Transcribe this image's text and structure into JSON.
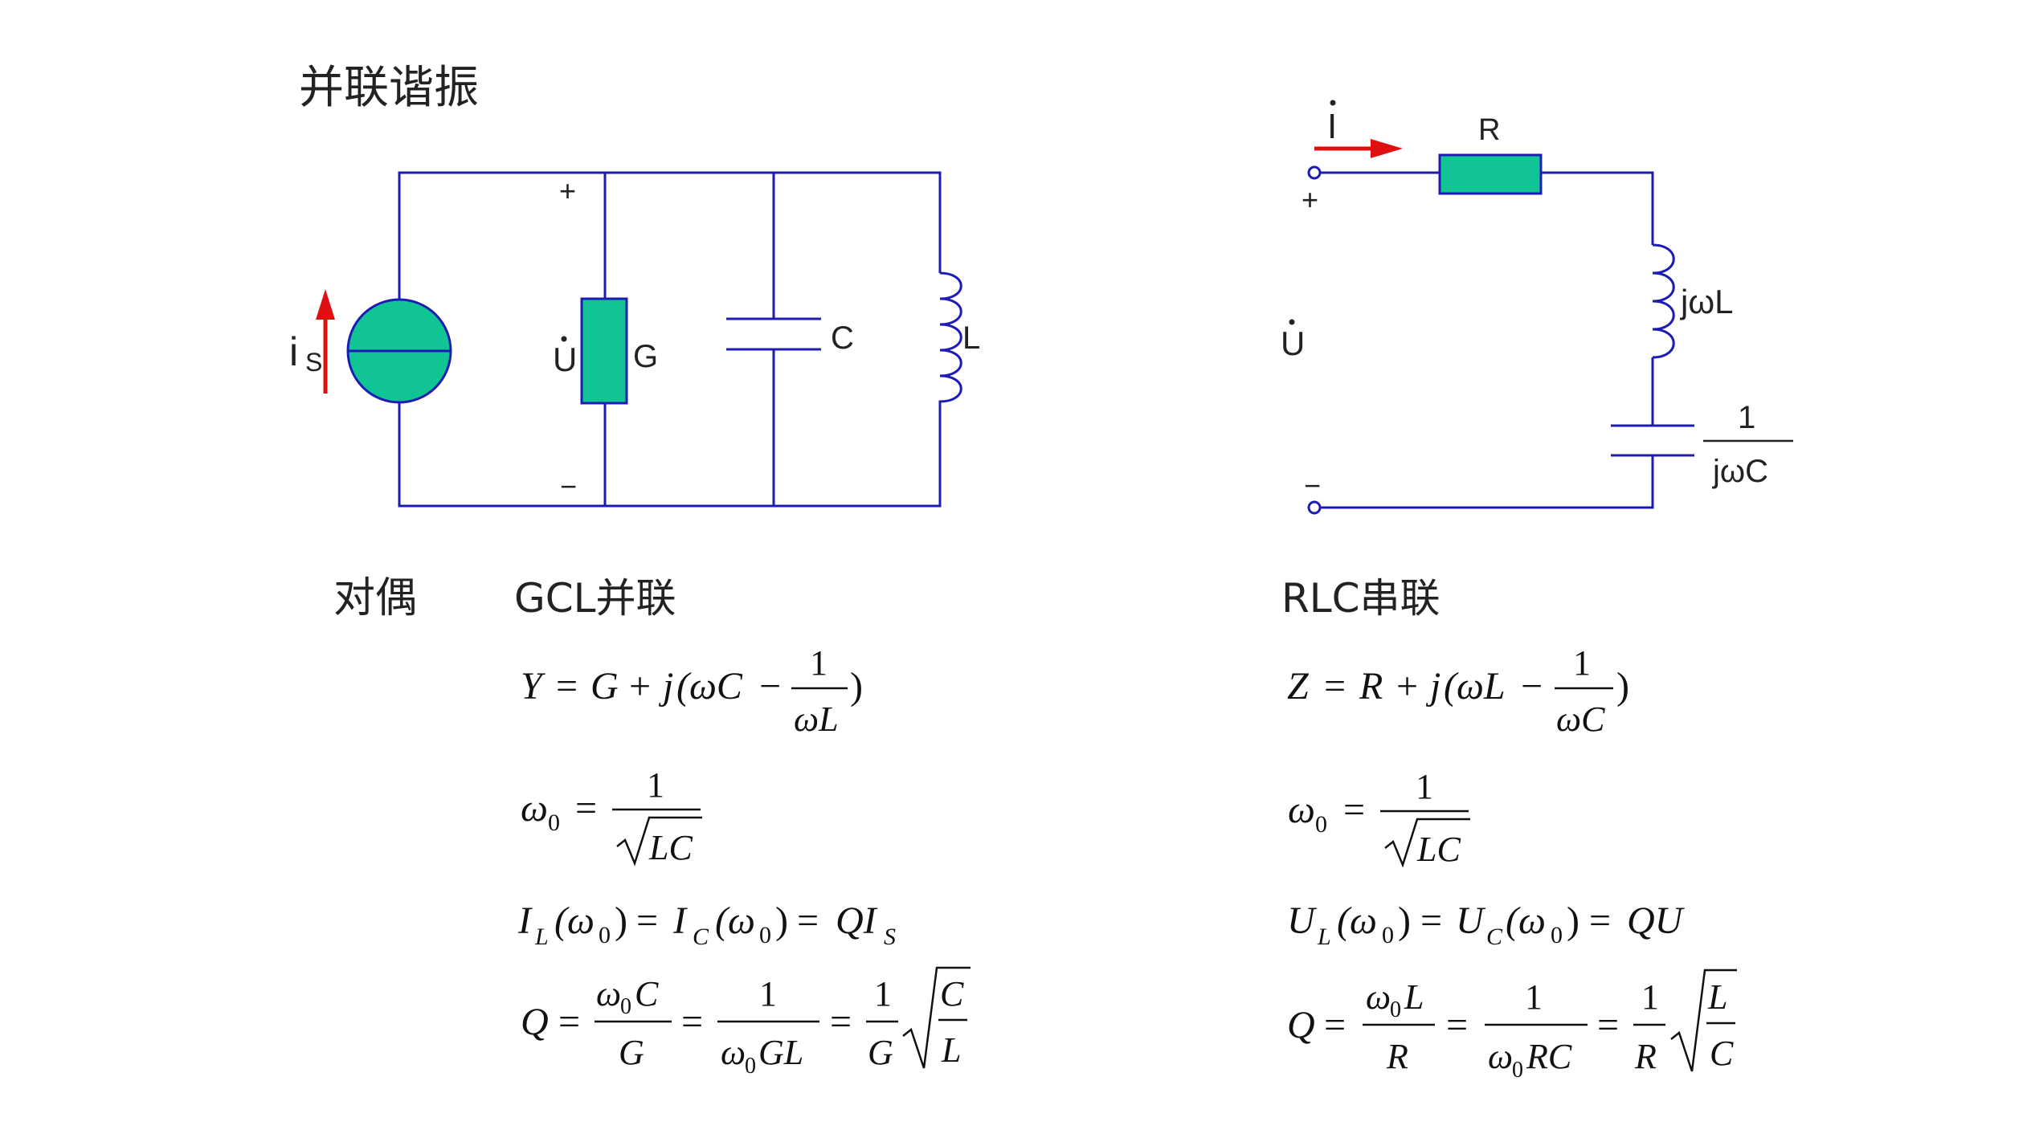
{
  "title": "并联谐振",
  "duality_label": "对偶",
  "left": {
    "heading": "GCL并联",
    "labels": {
      "source": "i",
      "source_sub": "S",
      "voltage": "U",
      "plus": "+",
      "minus": "−",
      "g": "G",
      "c": "C",
      "l": "L"
    },
    "formulas": {
      "admittance": {
        "lhs": "Y",
        "eq": "=",
        "g": "G",
        "plus": "+",
        "j": "j",
        "omega_c": "(ωC",
        "minus": "−",
        "num": "1",
        "den": "ωL",
        "close": ")"
      },
      "resonance": {
        "omega": "ω",
        "sub": "0",
        "eq": "=",
        "num": "1",
        "rad": "LC"
      },
      "currents": {
        "il": "I",
        "il_sub": "L",
        "arg1": "(ω",
        "arg_sub": "0",
        "arg_close": ")",
        "eq": "=",
        "ic": "I",
        "ic_sub": "C",
        "rhs": "QI",
        "rhs_sub": "S"
      },
      "quality": {
        "q": "Q",
        "eq": "=",
        "n1": "ω",
        "n1_sub": "0",
        "n1_rest": "C",
        "d1": "G",
        "n2": "1",
        "d2_a": "ω",
        "d2_sub": "0",
        "d2_rest": "GL",
        "n3": "1",
        "d3": "G",
        "rad_top": "C",
        "rad_bot": "L"
      }
    }
  },
  "right": {
    "heading": "RLC串联",
    "labels": {
      "current": "I",
      "r": "R",
      "plus": "+",
      "minus": "−",
      "voltage": "U",
      "l": "jωL",
      "c_num": "1",
      "c_den": "jωC"
    },
    "formulas": {
      "impedance": {
        "lhs": "Z",
        "eq": "=",
        "r": "R",
        "plus": "+",
        "j": "j",
        "omega_l": "(ωL",
        "minus": "−",
        "num": "1",
        "den": "ωC",
        "close": ")"
      },
      "resonance": {
        "omega": "ω",
        "sub": "0",
        "eq": "=",
        "num": "1",
        "rad": "LC"
      },
      "voltages": {
        "ul": "U",
        "ul_sub": "L",
        "arg1": "(ω",
        "arg_sub": "0",
        "arg_close": ")",
        "eq": "=",
        "uc": "U",
        "uc_sub": "C",
        "rhs": "QU"
      },
      "quality": {
        "q": "Q",
        "eq": "=",
        "n1": "ω",
        "n1_sub": "0",
        "n1_rest": "L",
        "d1": "R",
        "n2": "1",
        "d2_a": "ω",
        "d2_sub": "0",
        "d2_rest": "RC",
        "n3": "1",
        "d3": "R",
        "rad_top": "L",
        "rad_bot": "C"
      }
    }
  },
  "colors": {
    "wire": "#1c1cb4",
    "component": "#11c494",
    "arrow": "#e01010",
    "text": "#222222"
  }
}
